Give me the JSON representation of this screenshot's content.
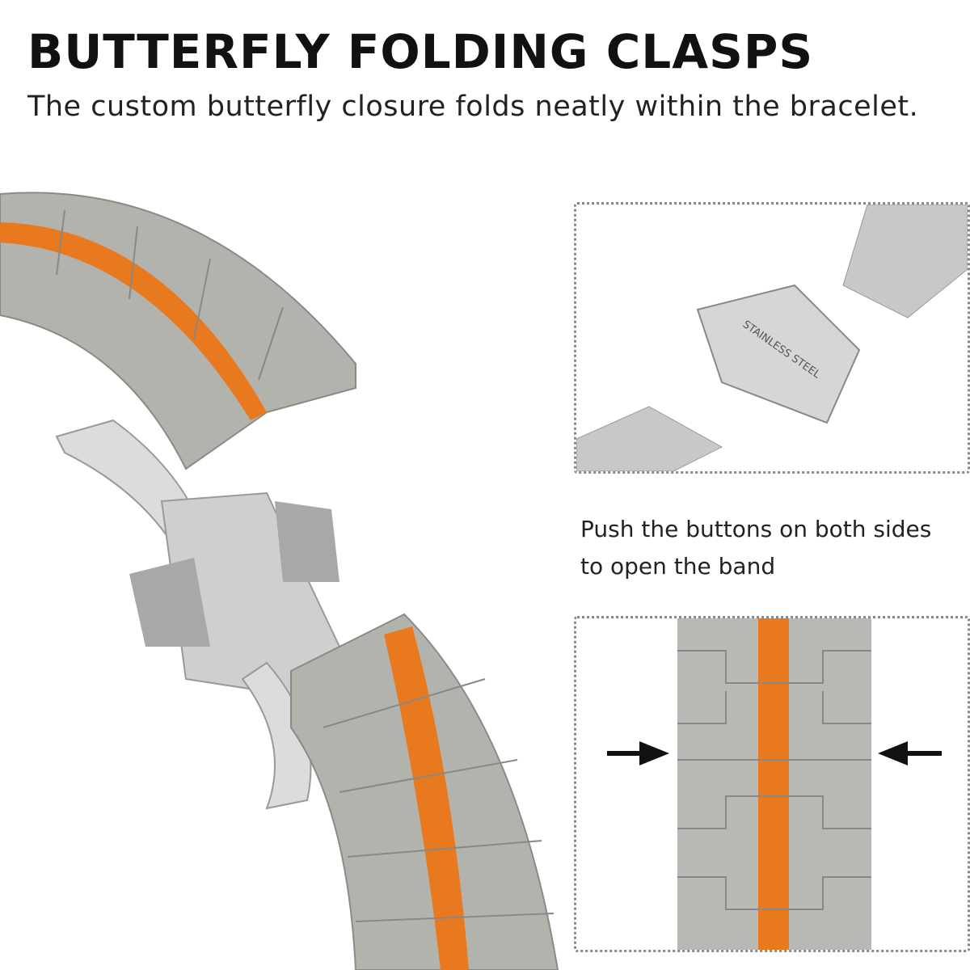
{
  "title": "BUTTERFLY FOLDING CLASPS",
  "subtitle": "The custom butterfly closure folds neatly within the bracelet.",
  "caption": {
    "line1": "Push the buttons on both sides",
    "line2": "to open the band"
  },
  "engraving": "STAINLESS STEEL",
  "colors": {
    "accent": "#e8791f",
    "metal": "#b8b8b4",
    "steel": "#d8d8d8"
  }
}
